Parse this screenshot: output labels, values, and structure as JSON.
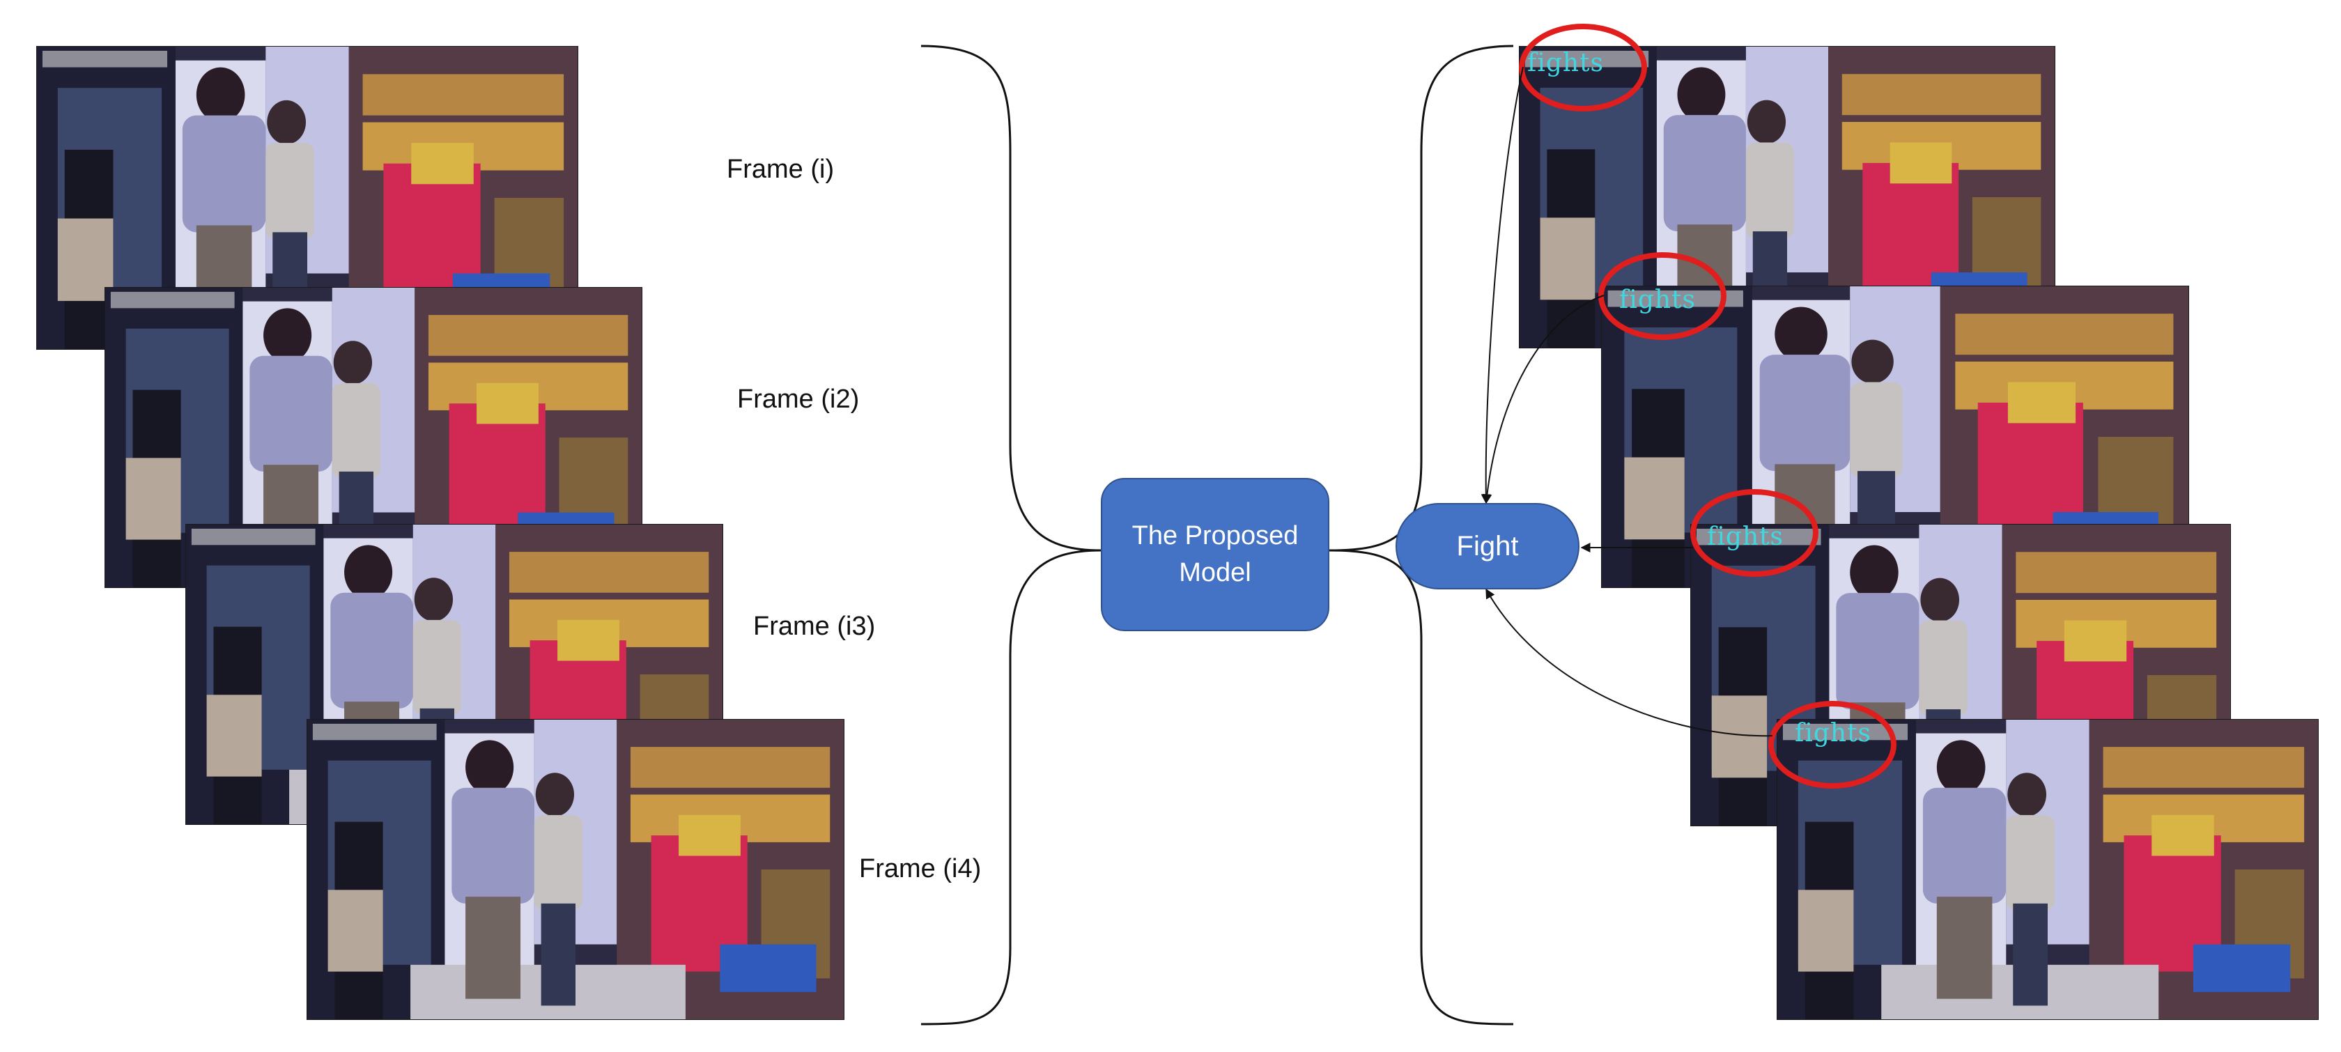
{
  "diagram": {
    "input_frames": [
      {
        "label": "Frame (i)"
      },
      {
        "label": "Frame (i2)"
      },
      {
        "label": "Frame (i3)"
      },
      {
        "label": "Frame (i4)"
      }
    ],
    "model_label": "The Proposed Model",
    "output_label": "Fight",
    "detection_tag": "fights"
  },
  "colors": {
    "node_fill": "#4472c4",
    "node_border": "#2f528f",
    "highlight_ring": "#e01e1e",
    "tag_text": "#40d8e0"
  }
}
